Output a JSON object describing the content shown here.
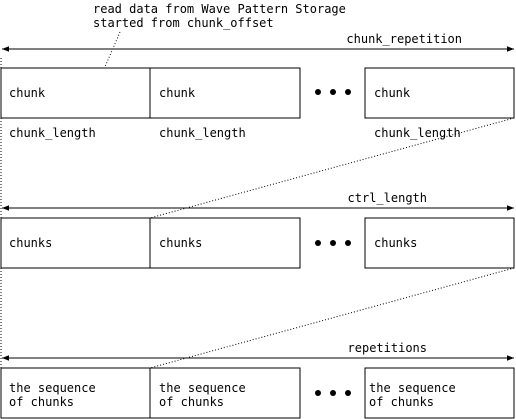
{
  "annotation": {
    "line1": "read data from Wave Pattern Storage",
    "line2": "started from chunk_offset"
  },
  "row1": {
    "span_label": "chunk_repetition",
    "cells": [
      "chunk",
      "chunk",
      "chunk"
    ],
    "sizes": [
      "chunk_length",
      "chunk_length",
      "chunk_length"
    ]
  },
  "row2": {
    "span_label": "ctrl_length",
    "cells": [
      "chunks",
      "chunks",
      "chunks"
    ]
  },
  "row3": {
    "span_label": "repetitions",
    "cells": [
      {
        "line1": "the sequence",
        "line2": "of chunks"
      },
      {
        "line1": "the sequence",
        "line2": "of chunks"
      },
      {
        "line1": "the sequence",
        "line2": "of chunks"
      }
    ]
  }
}
